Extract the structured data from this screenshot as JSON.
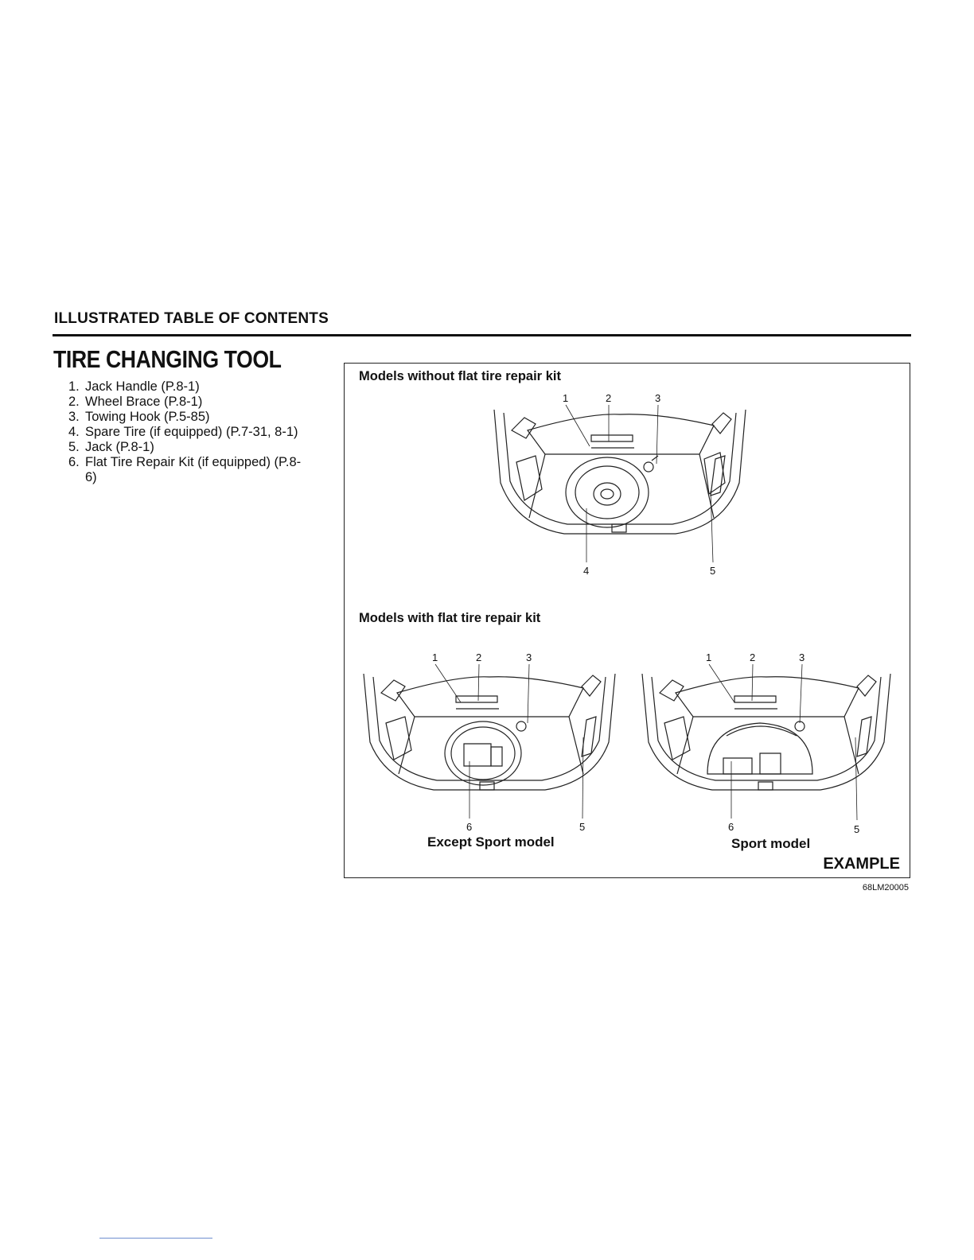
{
  "header": {
    "section_title": "ILLUSTRATED TABLE OF CONTENTS"
  },
  "page_title": "TIRE CHANGING TOOL",
  "tools": [
    {
      "num": "1.",
      "text": "Jack Handle (P.8-1)"
    },
    {
      "num": "2.",
      "text": "Wheel Brace (P.8-1)"
    },
    {
      "num": "3.",
      "text": "Towing Hook (P.5-85)"
    },
    {
      "num": "4.",
      "text": "Spare Tire (if equipped) (P.7-31, 8-1)"
    },
    {
      "num": "5.",
      "text": "Jack (P.8-1)"
    },
    {
      "num": "6.",
      "text": "Flat Tire Repair Kit (if equipped) (P.8-6)"
    }
  ],
  "figure": {
    "top_label": "Models without flat tire repair kit",
    "bottom_label": "Models with flat tire repair kit",
    "top_callouts": [
      "1",
      "2",
      "3",
      "4",
      "5"
    ],
    "left_callouts": [
      "1",
      "2",
      "3",
      "6",
      "5"
    ],
    "right_callouts": [
      "1",
      "2",
      "3",
      "6",
      "5"
    ],
    "caption_left": "Except Sport model",
    "caption_right": "Sport model",
    "example": "EXAMPLE",
    "code": "68LM20005"
  }
}
